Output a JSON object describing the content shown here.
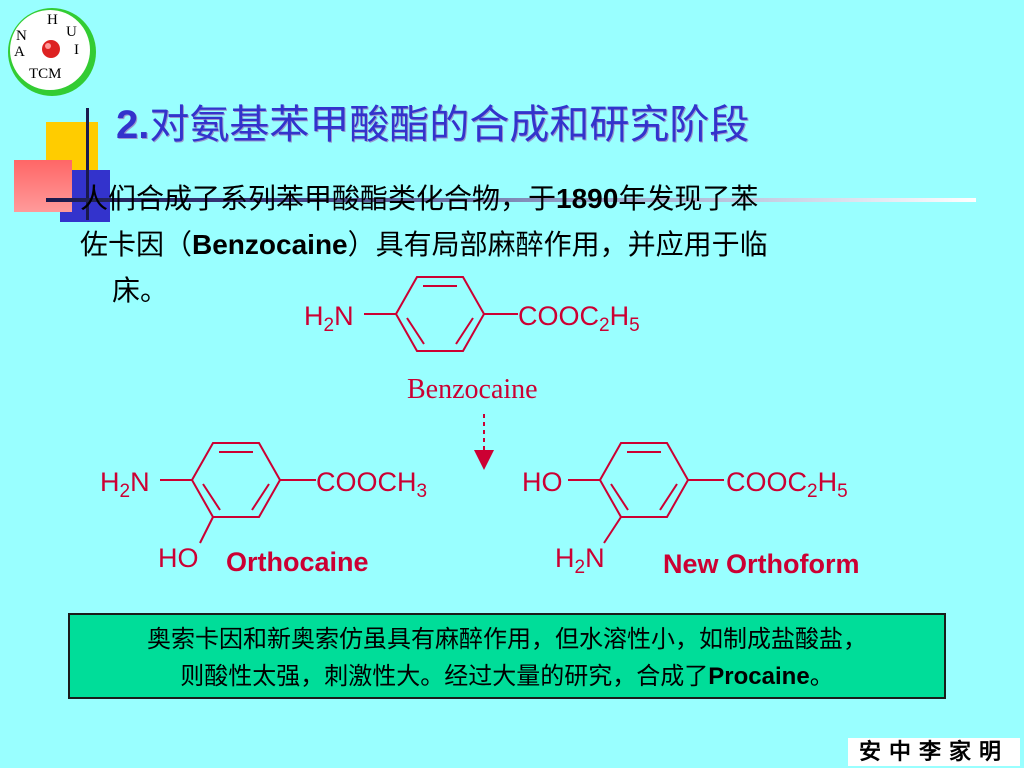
{
  "logo": {
    "letters": [
      "H",
      "U",
      "N",
      "I",
      "A"
    ],
    "text": "TCM"
  },
  "title": {
    "number": "2.",
    "text": "对氨基苯甲酸酯的合成和研究阶段"
  },
  "paragraph": {
    "line1_pre": "人们合成了系列苯甲酸酯类化合物，于",
    "line1_year": "1890",
    "line1_post": "年发现了苯",
    "line2_pre": "佐卡因（",
    "line2_name": "Benzocaine",
    "line2_post": "）具有局部麻醉作用，并应用于临",
    "line3": "床。"
  },
  "molecules": {
    "benzocaine": {
      "left_group": "H2N",
      "right_group": "COOC2H5",
      "name": "Benzocaine"
    },
    "orthocaine": {
      "left_group": "H2N",
      "right_group": "COOCH3",
      "ortho_group": "HO",
      "name": "Orthocaine"
    },
    "new_orthoform": {
      "left_group": "HO",
      "right_group": "COOC2H5",
      "ortho_group": "H2N",
      "name": "New Orthoform"
    }
  },
  "note_box": {
    "line1": "奥索卡因和新奥索仿虽具有麻醉作用，但水溶性小，如制成盐酸盐，",
    "line2_pre": "则酸性太强，刺激性大。经过大量的研究，合成了",
    "line2_name": "Procaine",
    "line2_post": "。"
  },
  "signature": "安中李家明",
  "colors": {
    "background": "#99ffff",
    "title": "#3333cc",
    "chem": "#cc0033",
    "box": "#00dd99"
  }
}
